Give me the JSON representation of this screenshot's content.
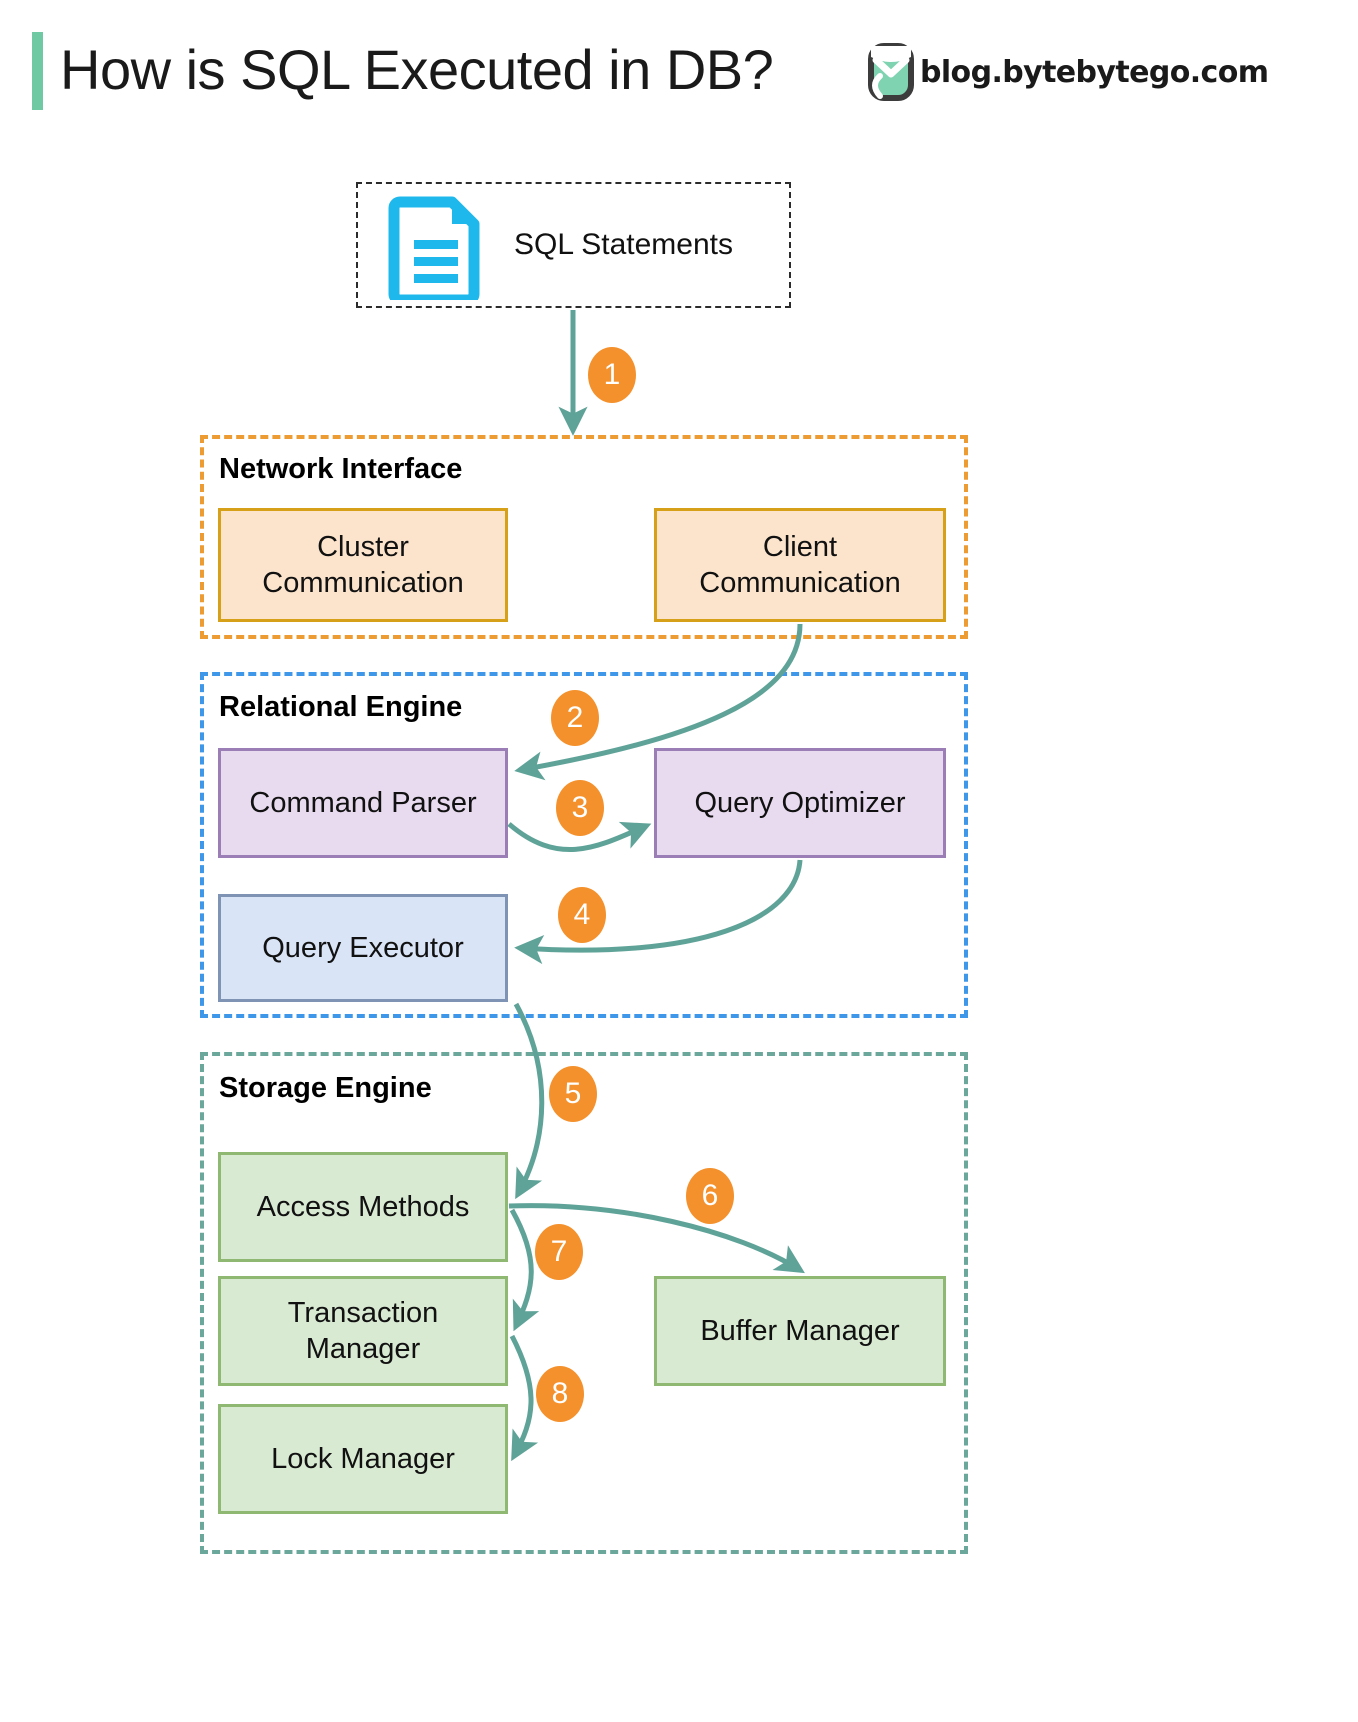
{
  "header": {
    "title": "How is SQL Executed in DB?",
    "brand_text": "blog.bytebytego.com",
    "brand_logo_icon": "bytebytego-logo-icon",
    "accent_color": "#6FC9A2"
  },
  "source": {
    "label": "SQL Statements",
    "icon": "document-lines-icon",
    "icon_color": "#1EB8EC"
  },
  "groups": [
    {
      "id": "network-interface",
      "title": "Network Interface",
      "border_color": "#ED9B33",
      "nodes": [
        {
          "id": "cluster-communication",
          "label": "Cluster\nCommunication",
          "fill": "#FCE4CC",
          "stroke": "#D6A019"
        },
        {
          "id": "client-communication",
          "label": "Client\nCommunication",
          "fill": "#FCE4CC",
          "stroke": "#D6A019"
        }
      ]
    },
    {
      "id": "relational-engine",
      "title": "Relational Engine",
      "border_color": "#3E97E8",
      "nodes": [
        {
          "id": "command-parser",
          "label": "Command Parser",
          "fill": "#E8DAEF",
          "stroke": "#9B7EB5"
        },
        {
          "id": "query-optimizer",
          "label": "Query Optimizer",
          "fill": "#E8DAEF",
          "stroke": "#9B7EB5"
        },
        {
          "id": "query-executor",
          "label": "Query Executor",
          "fill": "#D9E4F7",
          "stroke": "#7F93B5"
        }
      ]
    },
    {
      "id": "storage-engine",
      "title": "Storage Engine",
      "border_color": "#6BA79B",
      "nodes": [
        {
          "id": "access-methods",
          "label": "Access Methods",
          "fill": "#D9EAD3",
          "stroke": "#8FB873"
        },
        {
          "id": "transaction-manager",
          "label": "Transaction\nManager",
          "fill": "#D9EAD3",
          "stroke": "#8FB873"
        },
        {
          "id": "lock-manager",
          "label": "Lock Manager",
          "fill": "#D9EAD3",
          "stroke": "#8FB873"
        },
        {
          "id": "buffer-manager",
          "label": "Buffer Manager",
          "fill": "#D9EAD3",
          "stroke": "#8FB873"
        }
      ]
    }
  ],
  "flow": {
    "arrow_color": "#5FA398",
    "badge_color": "#F4912C",
    "steps": [
      {
        "n": "1",
        "from": "SQL Statements",
        "to": "Network Interface"
      },
      {
        "n": "2",
        "from": "Client Communication",
        "to": "Command Parser"
      },
      {
        "n": "3",
        "from": "Command Parser",
        "to": "Query Optimizer"
      },
      {
        "n": "4",
        "from": "Query Optimizer",
        "to": "Query Executor"
      },
      {
        "n": "5",
        "from": "Query Executor",
        "to": "Access Methods"
      },
      {
        "n": "6",
        "from": "Access Methods",
        "to": "Buffer Manager"
      },
      {
        "n": "7",
        "from": "Access Methods",
        "to": "Transaction Manager"
      },
      {
        "n": "8",
        "from": "Transaction Manager",
        "to": "Lock Manager"
      }
    ]
  },
  "labels": {
    "badge_1": "1",
    "badge_2": "2",
    "badge_3": "3",
    "badge_4": "4",
    "badge_5": "5",
    "badge_6": "6",
    "badge_7": "7",
    "badge_8": "8"
  }
}
